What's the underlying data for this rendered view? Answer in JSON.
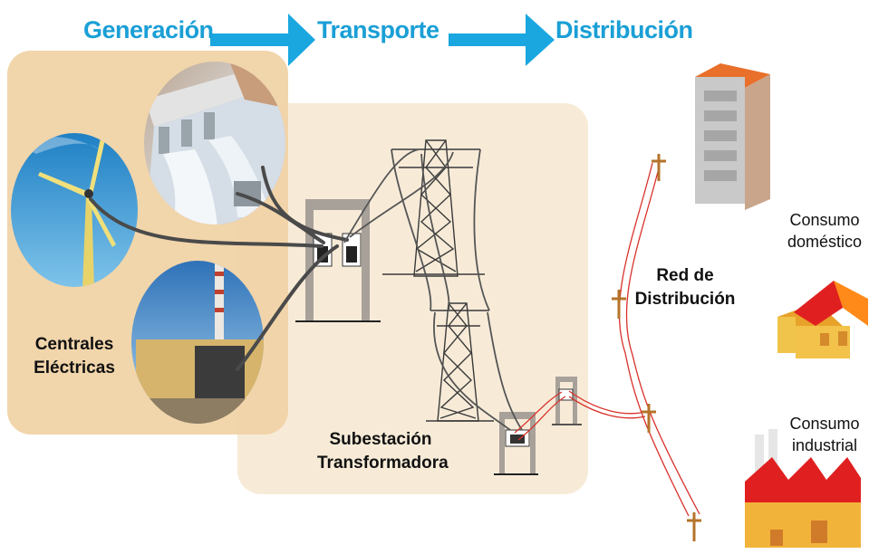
{
  "stages": {
    "generation": "Generación",
    "transport": "Transporte",
    "distribution": "Distribución"
  },
  "labels": {
    "power_plants_line1": "Centrales",
    "power_plants_line2": "Eléctricas",
    "substation_line1": "Subestación",
    "substation_line2": "Transformadora",
    "network_line1": "Red de",
    "network_line2": "Distribución",
    "domestic_line1": "Consumo",
    "domestic_line2": "doméstico",
    "industrial_line1": "Consumo",
    "industrial_line2": "industrial"
  },
  "colors": {
    "stage_text": "#1a9fd6",
    "arrow": "#1aa7e0",
    "generation_panel": "#f0d3a6",
    "transport_panel": "#f7ebd8",
    "cable": "#4a4a4a",
    "distribution_line": "#d9312b",
    "pole": "#b5732a"
  },
  "icons": [
    "wind-turbine-icon",
    "dam-icon",
    "thermal-plant-icon",
    "transmission-tower-icon",
    "transformer-icon",
    "utility-pole-icon",
    "building-icon",
    "house-icon",
    "factory-icon"
  ]
}
